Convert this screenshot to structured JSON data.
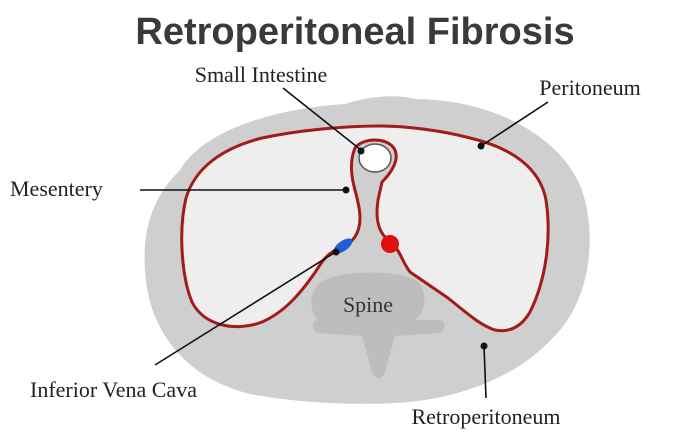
{
  "title": "Retroperitoneal Fibrosis",
  "labels": {
    "small_intestine": "Small Intestine",
    "peritoneum": "Peritoneum",
    "mesentery": "Mesentery",
    "spine": "Spine",
    "inferior_vena_cava": "Inferior Vena Cava",
    "retroperitoneum": "Retroperitoneum"
  },
  "colors": {
    "outer_body": "#cfcfcf",
    "peritoneal_cavity": "#eeeeee",
    "peritoneum_line": "#a31a1a",
    "spine": "#bdbdbd",
    "aorta": "#e01010",
    "vena_cava": "#1f5fd6",
    "leader_lines": "#111111"
  }
}
